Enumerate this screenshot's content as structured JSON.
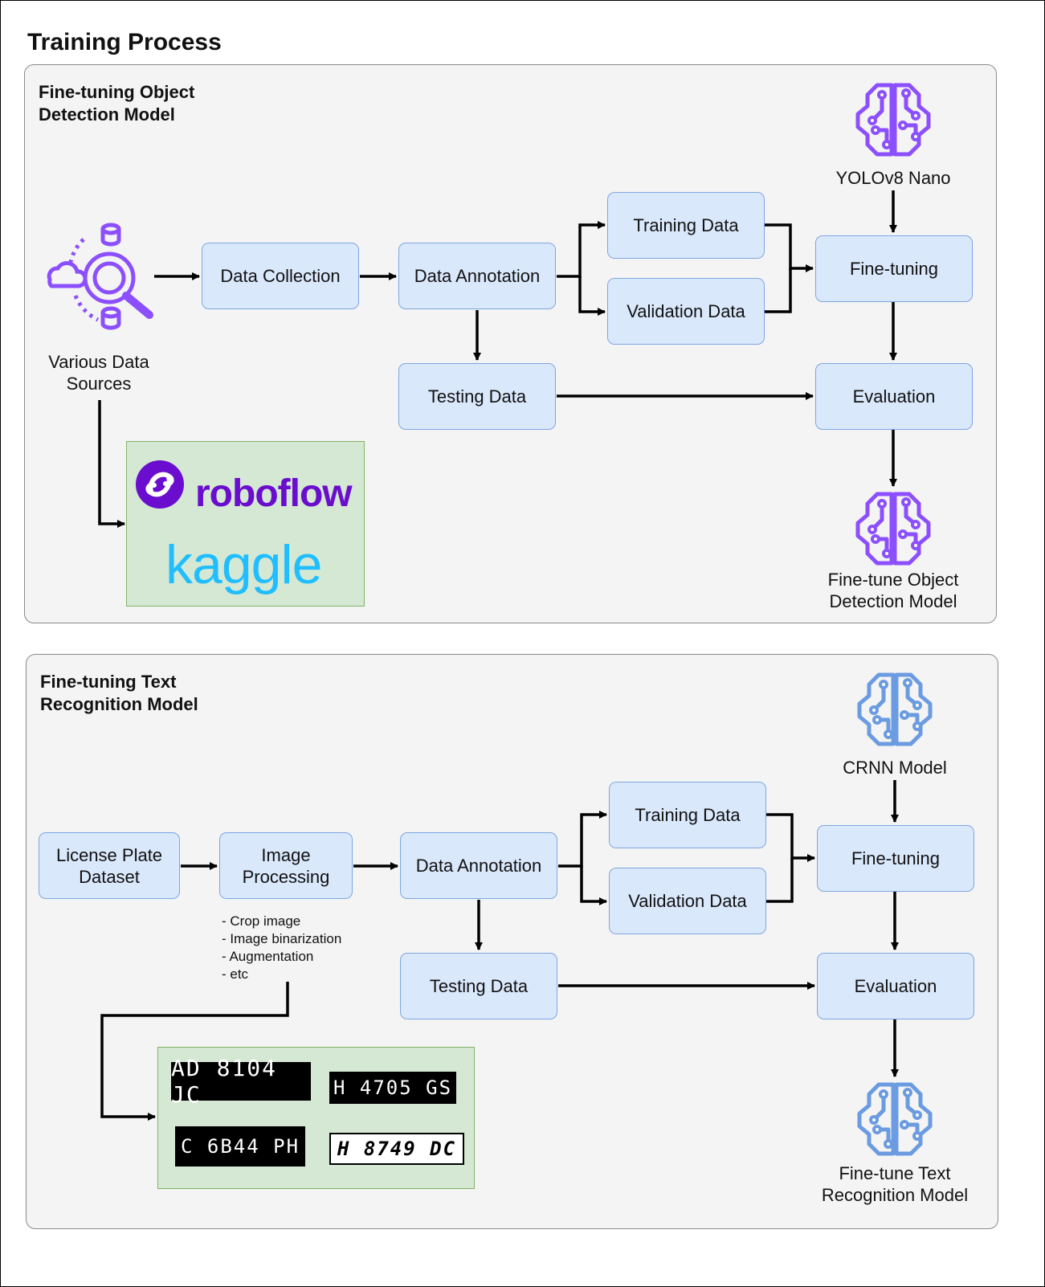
{
  "title": "Training Process",
  "panel1": {
    "title": "Fine-tuning Object\nDetection Model",
    "sources_label": "Various Data\nSources",
    "data_collection": "Data Collection",
    "data_annotation": "Data Annotation",
    "training_data": "Training Data",
    "validation_data": "Validation Data",
    "testing_data": "Testing Data",
    "fine_tuning": "Fine-tuning",
    "evaluation": "Evaluation",
    "model_label": "YOLOv8 Nano",
    "output_label": "Fine-tune Object\nDetection Model",
    "logos": {
      "roboflow": "roboflow",
      "kaggle": "kaggle"
    }
  },
  "panel2": {
    "title": "Fine-tuning Text\nRecognition Model",
    "dataset": "License Plate\nDataset",
    "image_processing": "Image\nProcessing",
    "data_annotation": "Data Annotation",
    "training_data": "Training Data",
    "validation_data": "Validation Data",
    "testing_data": "Testing Data",
    "fine_tuning": "Fine-tuning",
    "evaluation": "Evaluation",
    "model_label": "CRNN Model",
    "output_label": "Fine-tune Text\nRecognition Model",
    "notes": [
      "- Crop image",
      "- Image binarization",
      "- Augmentation",
      "- etc"
    ],
    "plates": [
      "AD 8104 JC",
      "H 4705 GS",
      "C 6B44 PH",
      "H 8749 DC"
    ]
  },
  "colors": {
    "box_fill": "#dae8fc",
    "box_stroke": "#7ea6e0",
    "panel_fill": "#f4f4f4",
    "green_fill": "#d5e8d4",
    "icon_purple": "#8c4fff",
    "icon_blue": "#6b9be0"
  }
}
